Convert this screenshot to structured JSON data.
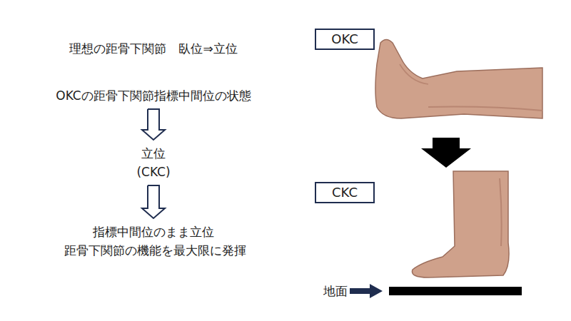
{
  "diagram": {
    "title": "理想の距骨下関節　臥位⇒立位",
    "nodes": [
      {
        "text": [
          "OKCの距骨下関節指標中間位の状態"
        ]
      },
      {
        "text": [
          "立位 (CKC)"
        ]
      },
      {
        "text": [
          "指標中間位のまま立位 距骨下関節の機能を最大限に発揮"
        ]
      },
      {
        "text": [
          "OKC"
        ]
      },
      {
        "text": [
          "CKC"
        ]
      }
    ],
    "edges": [
      {
        "from": 0,
        "to": 1,
        "arrow": "to"
      },
      {
        "from": 1,
        "to": 2,
        "arrow": "to"
      }
    ],
    "labels": [
      "地面"
    ]
  }
}
